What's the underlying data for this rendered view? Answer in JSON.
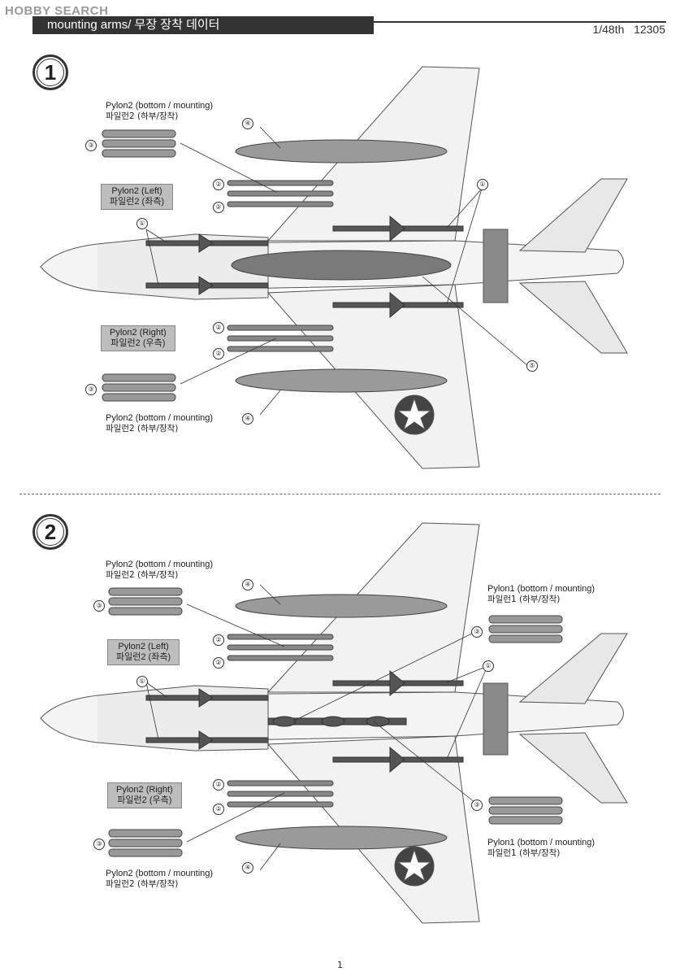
{
  "watermark": "HOBBY SEARCH",
  "header": {
    "title": "mounting arms/ 무장 장착 데이터",
    "scale": "1/48th",
    "code": "12305"
  },
  "page_number": "1",
  "steps": [
    {
      "number": "1",
      "labels": {
        "top_pylon_en": "Pylon2 (bottom / mounting)",
        "top_pylon_ko": "파일런2 (하부/장착)",
        "left_en": "Pylon2 (Left)",
        "left_ko": "파일런2 (좌측)",
        "right_en": "Pylon2 (Right)",
        "right_ko": "파일런2 (우측)",
        "bottom_pylon_en": "Pylon2 (bottom / mounting)",
        "bottom_pylon_ko": "파일런2 (하부/장착)"
      },
      "callouts": [
        "①",
        "②",
        "③",
        "④",
        "⑤"
      ]
    },
    {
      "number": "2",
      "labels": {
        "top_pylon_en": "Pylon2 (bottom / mounting)",
        "top_pylon_ko": "파일런2 (하부/장착)",
        "left_en": "Pylon2 (Left)",
        "left_ko": "파일런2 (좌측)",
        "right_en": "Pylon2 (Right)",
        "right_ko": "파일런2 (우측)",
        "bottom_pylon_en": "Pylon2 (bottom / mounting)",
        "bottom_pylon_ko": "파일런2 (하부/장착)",
        "pylon1_top_en": "Pylon1 (bottom / mounting)",
        "pylon1_top_ko": "파일런1 (하부/장착)",
        "pylon1_bottom_en": "Pylon1 (bottom / mounting)",
        "pylon1_bottom_ko": "파일런1 (하부/장착)"
      },
      "callouts": [
        "①",
        "②",
        "③",
        "④"
      ]
    }
  ]
}
